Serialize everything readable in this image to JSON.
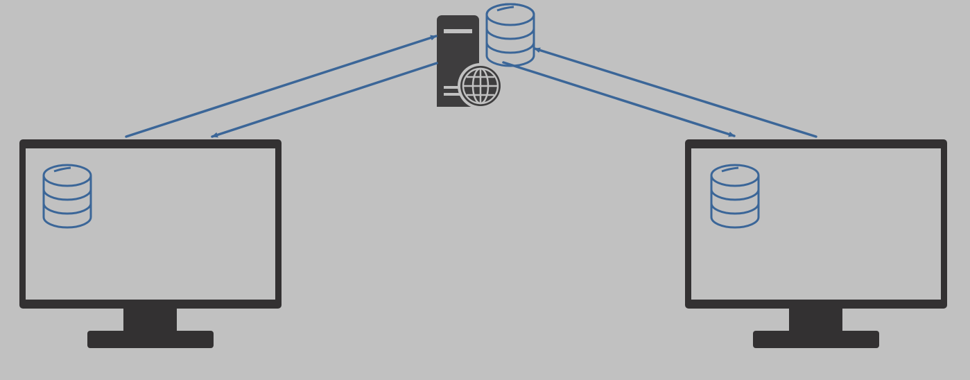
{
  "colors": {
    "background": "#c1c1c1",
    "device": "#333132",
    "screen": "#c1c1c1",
    "accent": "#3b6698"
  },
  "icons": {
    "server": "server-tower-icon",
    "globe": "globe-icon",
    "database": "database-icon",
    "monitor": "monitor-icon"
  },
  "nodes": [
    {
      "id": "server",
      "kind": "web-server",
      "icon": "server-tower-icon"
    },
    {
      "id": "server-db",
      "kind": "database",
      "icon": "database-icon"
    },
    {
      "id": "client-left",
      "kind": "desktop-computer",
      "icon": "monitor-icon"
    },
    {
      "id": "client-left-db",
      "kind": "database",
      "icon": "database-icon"
    },
    {
      "id": "client-right",
      "kind": "desktop-computer",
      "icon": "monitor-icon"
    },
    {
      "id": "client-right-db",
      "kind": "database",
      "icon": "database-icon"
    }
  ],
  "edges": [
    {
      "from": "client-left",
      "to": "server"
    },
    {
      "from": "server",
      "to": "client-left"
    },
    {
      "from": "client-right",
      "to": "server-db"
    },
    {
      "from": "server-db",
      "to": "client-right"
    }
  ]
}
